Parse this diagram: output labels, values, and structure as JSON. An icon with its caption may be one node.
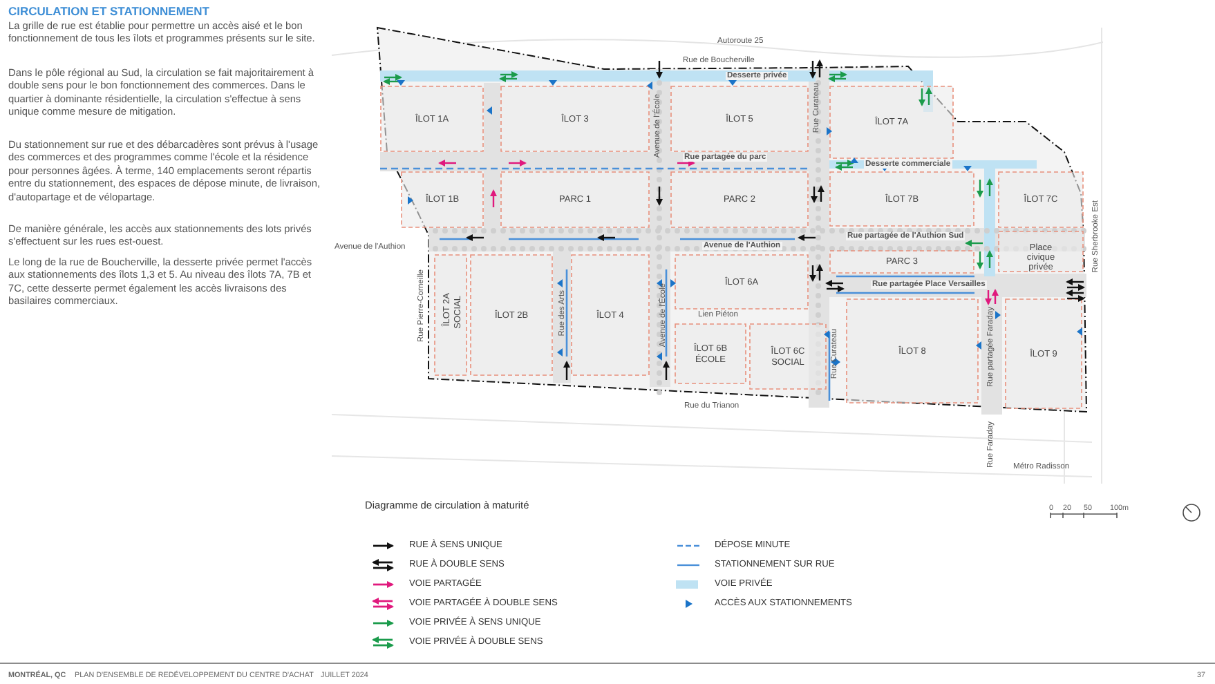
{
  "diagram": {
    "title": "CIRCULATION ET STATIONNEMENT",
    "labels": [
      "La grille de rue est établie pour permettre un accès aisé et le bon fonctionnement de tous les îlots et programmes présents sur le site.",
      "Dans le pôle régional au Sud, la circulation se fait majoritairement à double sens pour le bon fonctionnement des commerces. Dans le quartier à dominante résidentielle, la circulation s'effectue à sens unique comme mesure de mitigation.",
      "Du stationnement sur rue et des débarcadères sont prévus à l'usage des commerces et des programmes comme l'école et la résidence pour personnes âgées. À terme, 140 emplacements seront répartis entre du stationnement, des espaces de dépose minute, de livraison, d'autopartage et de vélopartage.",
      "De manière générale, les accès aux stationnements des lots privés s'effectuent sur les rues est-ouest.",
      "Le long de la rue de Boucherville, la desserte privée permet l'accès aux stationnements des îlots 1,3 et 5. Au niveau des îlots 7A, 7B et 7C, cette desserte permet également les accès livraisons des basilaires commerciaux.",
      "Autoroute 25",
      "Rue de Boucherville",
      "Desserte privée",
      "Avenue de l'École",
      "Rue Curateau",
      "Rue partagée du parc",
      "Desserte commerciale",
      "Avenue de l'Authion",
      "Avenue de l'Authion",
      "Rue partagée de l'Authion Sud",
      "Rue partagée Place Versailles",
      "Rue Sherbrooke Est",
      "Rue Pierre-Corneille",
      "Rue des Arts",
      "Avenue de l'École",
      "Lien Piéton",
      "Rue Curateau",
      "Rue partagée Faraday",
      "Rue du Trianon",
      "Rue Faraday",
      "Métro Radisson",
      "ÎLOT 1A",
      "ÎLOT 3",
      "ÎLOT 5",
      "ÎLOT 7A",
      "ÎLOT 1B",
      "PARC 1",
      "PARC 2",
      "ÎLOT 7B",
      "ÎLOT 7C",
      "PARC 3",
      "Place civique privée",
      "ÎLOT 2A",
      "SOCIAL",
      "ÎLOT 2B",
      "ÎLOT 4",
      "ÎLOT 6A",
      "ÎLOT 6B",
      "ÉCOLE",
      "ÎLOT 6C",
      "SOCIAL",
      "ÎLOT 8",
      "ÎLOT 9",
      "Diagramme de circulation à maturité",
      "0",
      "20",
      "50",
      "100m",
      "MONTRÉAL, QC",
      "PLAN D'ENSEMBLE DE REDÉVELOPPEMENT DU CENTRE D'ACHAT",
      "JUILLET 2024",
      "37"
    ],
    "legend": [
      {
        "text": "RUE À SENS UNIQUE"
      },
      {
        "text": "RUE À DOUBLE SENS"
      },
      {
        "text": "VOIE PARTAGÉE"
      },
      {
        "text": "VOIE PARTAGÉE À DOUBLE SENS"
      },
      {
        "text": "VOIE PRIVÉE À SENS UNIQUE"
      },
      {
        "text": "VOIE PRIVÉE À DOUBLE SENS"
      },
      {
        "text": "DÉPOSE MINUTE"
      },
      {
        "text": "STATIONNEMENT SUR RUE"
      },
      {
        "text": "VOIE PRIVÉE",
        "color": "#bfe2f3"
      },
      {
        "text": "ACCÈS AUX STATIONNEMENTS"
      }
    ]
  }
}
